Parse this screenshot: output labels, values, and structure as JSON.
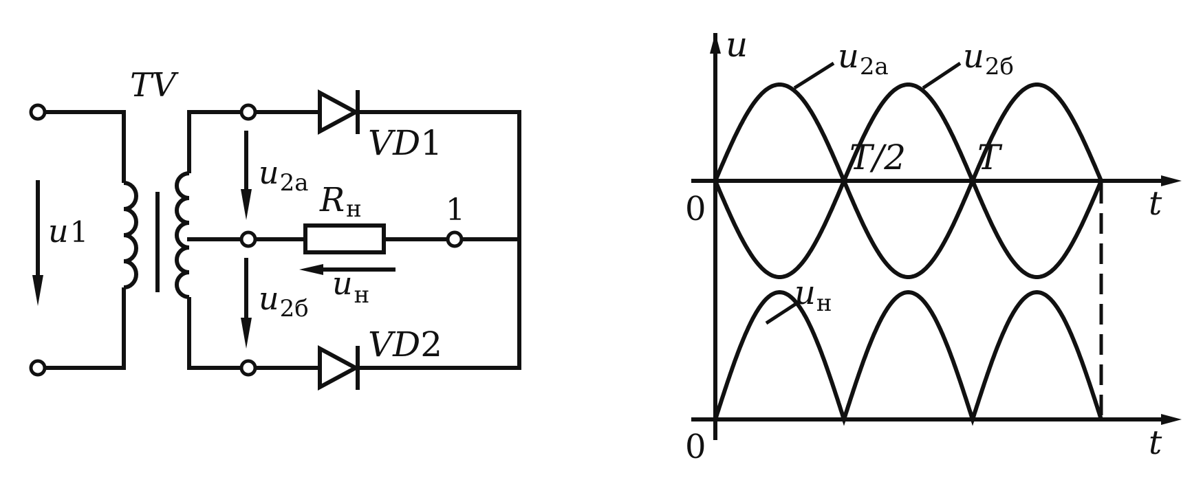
{
  "circuit": {
    "transformer": "TV",
    "input_voltage": {
      "main": "u",
      "sub": "1"
    },
    "upper_voltage": {
      "main": "u",
      "sub": "2а"
    },
    "lower_voltage": {
      "main": "u",
      "sub": "2б"
    },
    "resistor": {
      "main": "R",
      "sub": "н"
    },
    "load_voltage": {
      "main": "u",
      "sub": "н"
    },
    "node_label": "1",
    "diode1": {
      "main": "VD",
      "num": "1"
    },
    "diode2": {
      "main": "VD",
      "num": "2"
    }
  },
  "graph": {
    "y_axis": "u",
    "x_axis": "t",
    "origin": "0",
    "half_period": "T/2",
    "period": "T",
    "curve_a": {
      "main": "u",
      "sub": "2а"
    },
    "curve_b": {
      "main": "u",
      "sub": "2б"
    },
    "curve_load": {
      "main": "u",
      "sub": "н"
    }
  },
  "colors": {
    "ink": "#111111",
    "background": "#ffffff"
  }
}
